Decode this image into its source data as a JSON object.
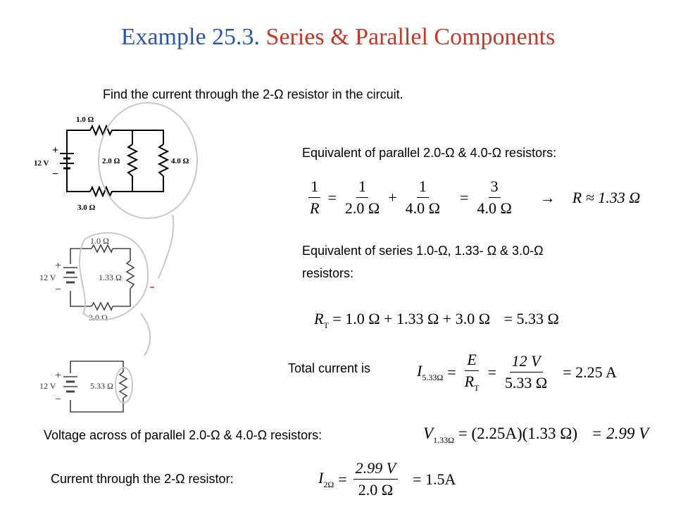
{
  "slide": {
    "title_number": "Example 25.3.",
    "title_text": "Series & Parallel Components",
    "problem": "Find the current through the 2-Ω resistor in the circuit."
  },
  "circuit1": {
    "r_top": "1.0 Ω",
    "r_mid": "2.0 Ω",
    "r_right": "4.0 Ω",
    "r_bottom": "3.0 Ω",
    "battery": "12 V",
    "plus": "+",
    "minus": "−"
  },
  "circuit2": {
    "r_top": "1.0 Ω",
    "r_mid": "1.33 Ω",
    "r_bottom": "3.0 Ω",
    "battery": "12 V",
    "plus": "+",
    "minus": "−"
  },
  "circuit3": {
    "r_eq": "5.33 Ω",
    "battery": "12 V",
    "plus": "+",
    "minus": "−"
  },
  "step1": {
    "label": "Equivalent of parallel 2.0-Ω & 4.0-Ω resistors:",
    "lhs_num": "1",
    "lhs_den": "R",
    "t1_num": "1",
    "t1_den": "2.0 Ω",
    "t2_num": "1",
    "t2_den": "4.0 Ω",
    "res_num": "3",
    "res_den": "4.0 Ω",
    "arrow": "→",
    "result": "R ≈ 1.33 Ω"
  },
  "step2": {
    "label_line1": "Equivalent of series 1.0-Ω, 1.33- Ω & 3.0-Ω",
    "label_line2": "resistors:",
    "lhs": "R",
    "lhs_sub": "T",
    "expr": "= 1.0 Ω + 1.33 Ω + 3.0 Ω",
    "result": "= 5.33 Ω"
  },
  "step3": {
    "label": "Total current is",
    "lhs": "I",
    "lhs_sub": "5.33Ω",
    "f1_num": "E",
    "f1_den": "R",
    "f1_den_sub": "T",
    "f2_num": "12 V",
    "f2_den": "5.33 Ω",
    "result": "= 2.25 A"
  },
  "step4": {
    "label": "Voltage across of parallel 2.0-Ω & 4.0-Ω resistors:",
    "lhs": "V",
    "lhs_sub": "1.33Ω",
    "expr": "= (2.25A)(1.33 Ω)",
    "result": "= 2.99 V"
  },
  "step5": {
    "label": "Current through the 2-Ω resistor:",
    "lhs": "I",
    "lhs_sub": "2Ω",
    "f_num": "2.99 V",
    "f_den": "2.0 Ω",
    "result": "= 1.5A"
  }
}
